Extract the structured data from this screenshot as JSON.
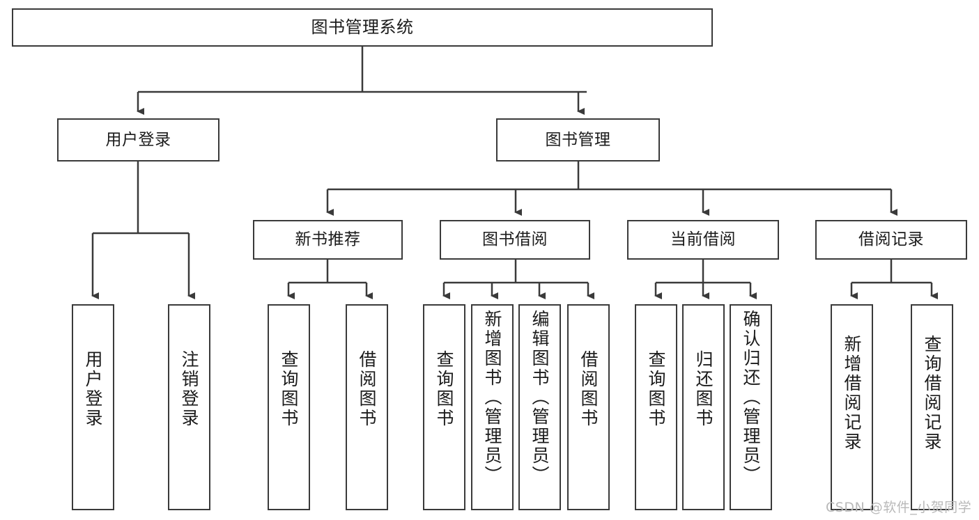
{
  "diagram": {
    "type": "tree",
    "title": "图书管理系统",
    "root": {
      "id": "root",
      "label": "图书管理系统"
    },
    "level2": [
      {
        "id": "user-login",
        "label": "用户登录"
      },
      {
        "id": "book-manage",
        "label": "图书管理"
      }
    ],
    "level3": [
      {
        "id": "new-book-recommend",
        "label": "新书推荐"
      },
      {
        "id": "book-borrow",
        "label": "图书借阅"
      },
      {
        "id": "current-borrow",
        "label": "当前借阅"
      },
      {
        "id": "borrow-record",
        "label": "借阅记录"
      }
    ],
    "leaves": {
      "user_login": [
        {
          "id": "leaf-user-login",
          "label": "用户登录"
        },
        {
          "id": "leaf-logout",
          "label": "注销登录"
        }
      ],
      "new_book_recommend": [
        {
          "id": "leaf-query-book-1",
          "label": "查询图书"
        },
        {
          "id": "leaf-borrow-book-1",
          "label": "借阅图书"
        }
      ],
      "book_borrow": [
        {
          "id": "leaf-query-book-2",
          "label": "查询图书"
        },
        {
          "id": "leaf-add-book",
          "label": "新增图书（管理员）"
        },
        {
          "id": "leaf-edit-book",
          "label": "编辑图书（管理员）"
        },
        {
          "id": "leaf-borrow-book-2",
          "label": "借阅图书"
        }
      ],
      "current_borrow": [
        {
          "id": "leaf-query-book-3",
          "label": "查询图书"
        },
        {
          "id": "leaf-return-book",
          "label": "归还图书"
        },
        {
          "id": "leaf-confirm-return",
          "label": "确认归还（管理员）"
        }
      ],
      "borrow_record": [
        {
          "id": "leaf-add-record",
          "label": "新增借阅记录"
        },
        {
          "id": "leaf-query-record",
          "label": "查询借阅记录"
        }
      ]
    },
    "colors": {
      "stroke": "#3a3a3a",
      "fill": "#ffffff",
      "text": "#1b1b1b",
      "watermark": "#b9b9b9"
    }
  },
  "watermark": {
    "text": "CSDN @软件_小贺同学"
  }
}
